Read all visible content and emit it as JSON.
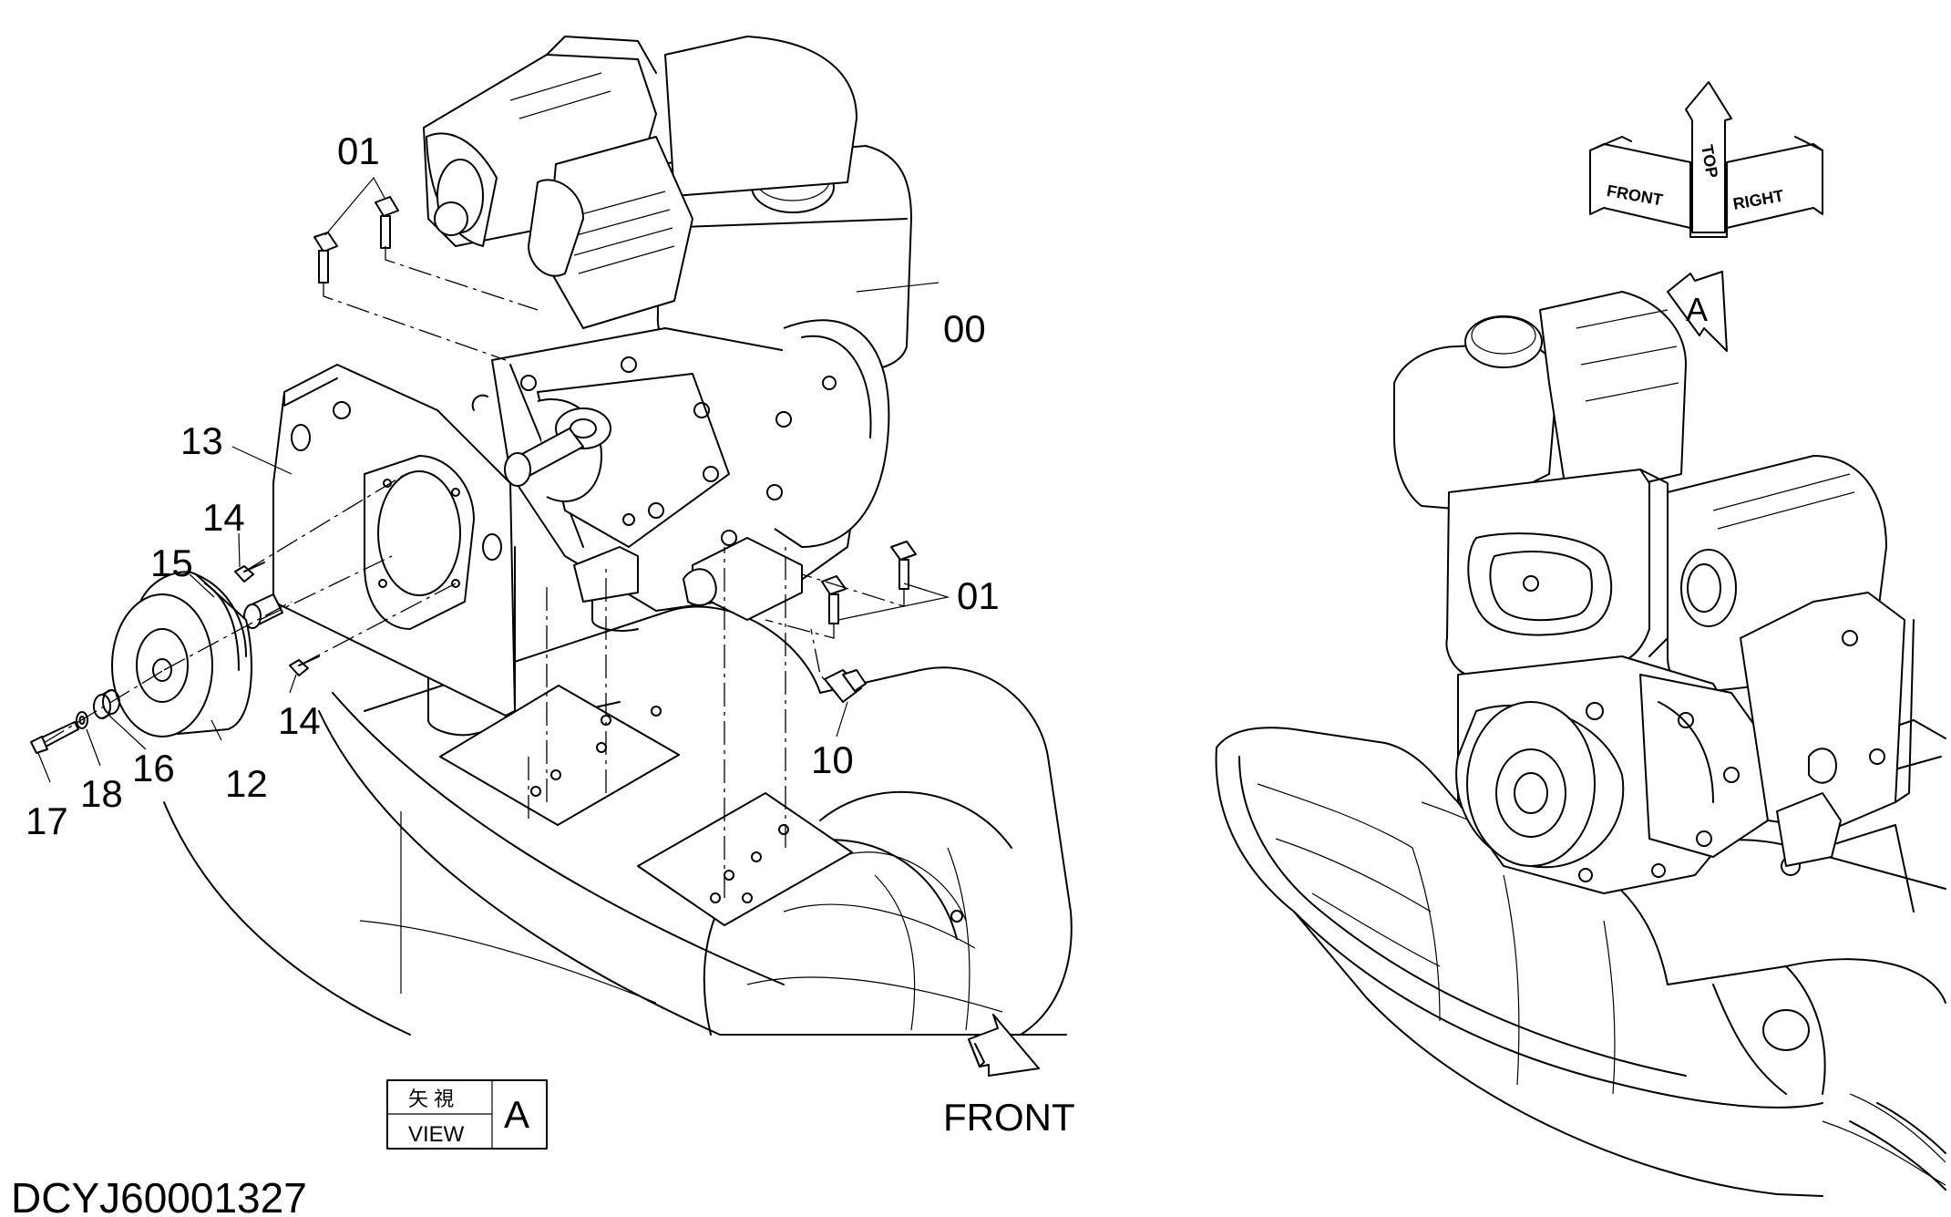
{
  "callouts": {
    "c00": "00",
    "c01_top": "01",
    "c01_right": "01",
    "c10": "10",
    "c12": "12",
    "c13": "13",
    "c14_top": "14",
    "c14_bottom": "14",
    "c15": "15",
    "c16": "16",
    "c17": "17",
    "c18": "18"
  },
  "direction_label": "FRONT",
  "view_box": {
    "kanji": "矢 視",
    "word": "VIEW",
    "letter": "A"
  },
  "view_arrow_letter": "A",
  "orientation_cube": {
    "front": "FRONT",
    "top": "TOP",
    "right": "RIGHT"
  },
  "drawing_id": "DCYJ60001327"
}
